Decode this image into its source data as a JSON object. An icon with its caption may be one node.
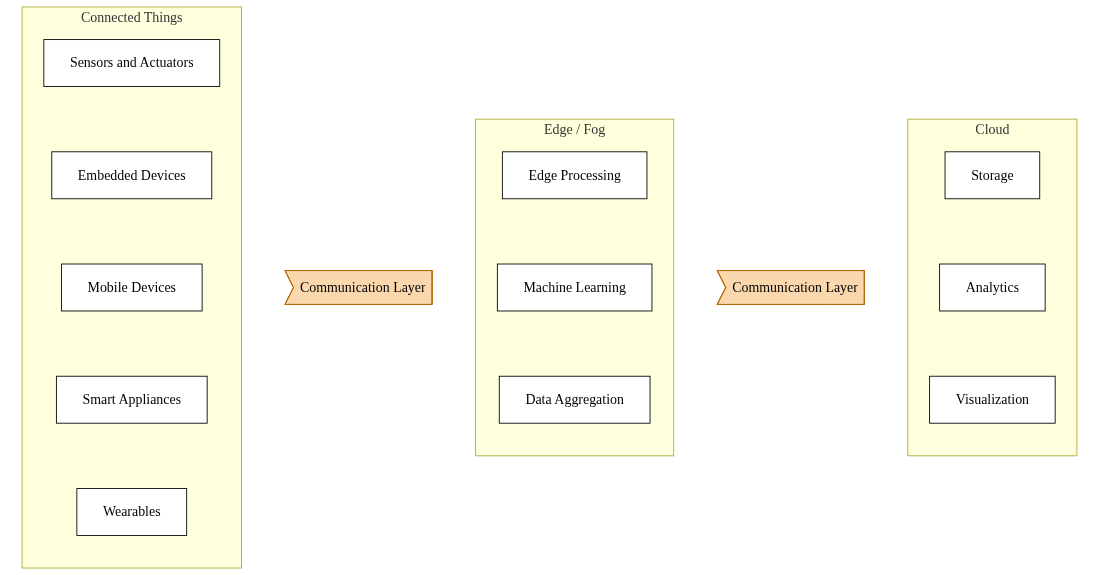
{
  "diagram": {
    "nodes": [
      {
        "text": [
          "Connected Things"
        ]
      },
      {
        "text": [
          "Sensors and Actuators"
        ],
        "in": 0
      },
      {
        "text": [
          "Embedded Devices"
        ],
        "in": 0
      },
      {
        "text": [
          "Mobile Devices"
        ],
        "in": 0
      },
      {
        "text": [
          "Smart Appliances"
        ],
        "in": 0
      },
      {
        "text": [
          "Wearables"
        ],
        "in": 0
      },
      {
        "text": [
          "Communication Layer"
        ]
      },
      {
        "text": [
          "Edge / Fog"
        ]
      },
      {
        "text": [
          "Edge Processing"
        ],
        "in": 7
      },
      {
        "text": [
          "Machine Learning"
        ],
        "in": 7
      },
      {
        "text": [
          "Data Aggregation"
        ],
        "in": 7
      },
      {
        "text": [
          "Communication Layer"
        ]
      },
      {
        "text": [
          "Cloud"
        ]
      },
      {
        "text": [
          "Storage"
        ],
        "in": 12
      },
      {
        "text": [
          "Analytics"
        ],
        "in": 12
      },
      {
        "text": [
          "Visualization"
        ],
        "in": 12
      }
    ],
    "edges": []
  }
}
